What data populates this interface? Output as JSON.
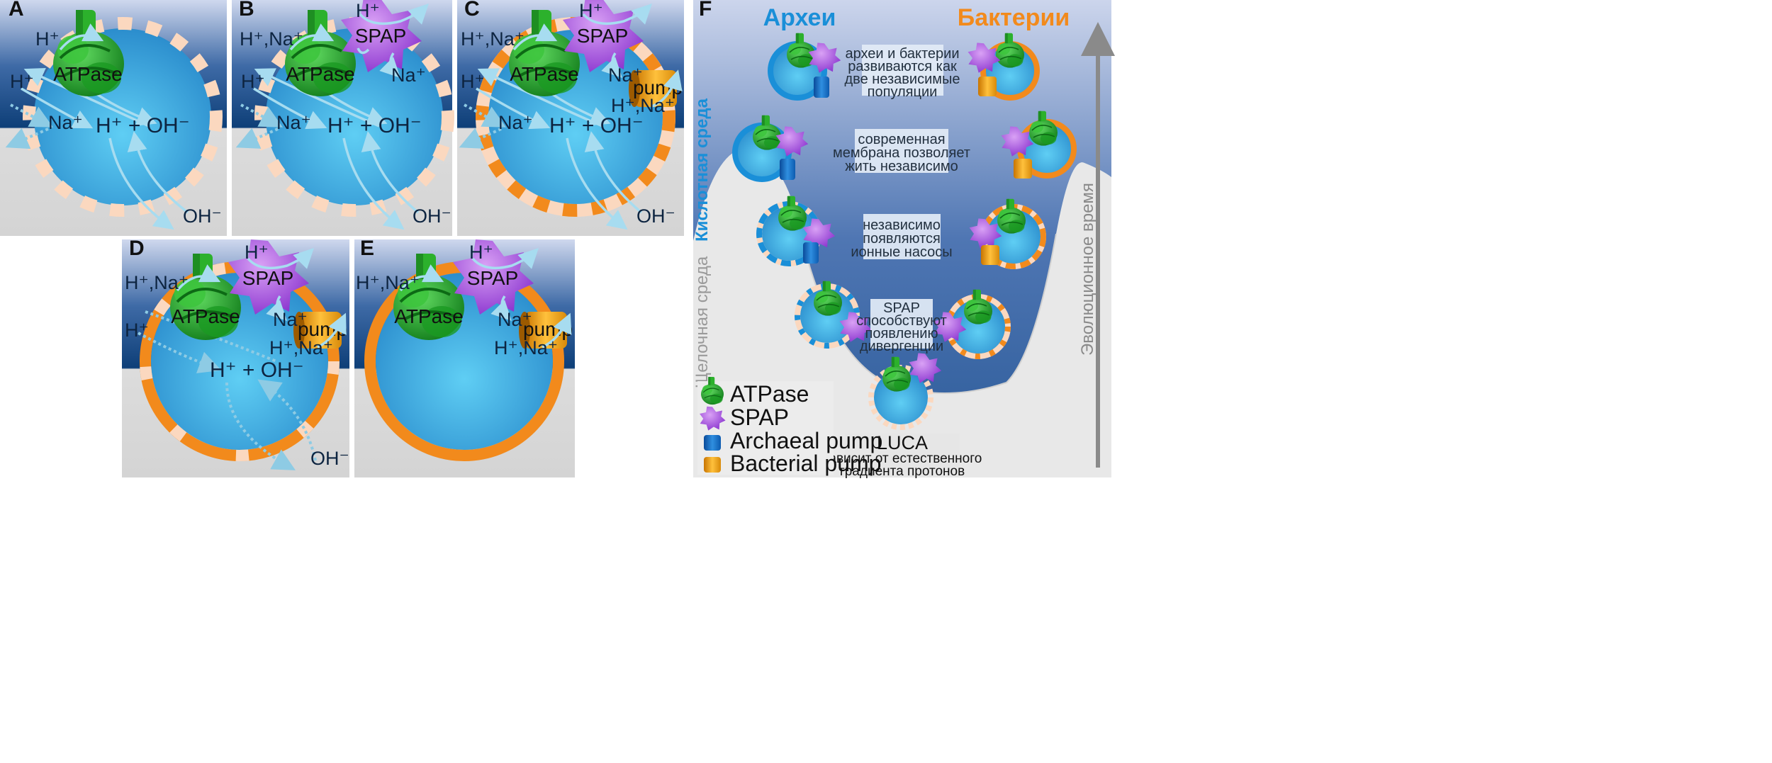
{
  "panels": {
    "A": {
      "label": "A",
      "ion_h1": "H⁺",
      "ion_h2": "H⁺",
      "ion_na": "Na⁺",
      "center": "H⁺ + OH⁻",
      "oh": "OH⁻",
      "atpase": "ATPase"
    },
    "B": {
      "label": "B",
      "ion_hna": "H⁺,Na⁺",
      "ion_h2": "H⁺",
      "ion_na": "Na⁺",
      "spap_h": "H⁺",
      "spap_na": "Na⁺",
      "center": "H⁺ + OH⁻",
      "oh": "OH⁻",
      "atpase": "ATPase",
      "spap": "SPAP"
    },
    "C": {
      "label": "C",
      "ion_hna": "H⁺,Na⁺",
      "ion_h2": "H⁺",
      "ion_na": "Na⁺",
      "spap_h": "H⁺",
      "spap_na": "Na⁺",
      "pump_out": "H⁺,Na⁺",
      "center": "H⁺ + OH⁻",
      "oh": "OH⁻",
      "atpase": "ATPase",
      "spap": "SPAP",
      "pump": "pump"
    },
    "D": {
      "label": "D",
      "ion_hna": "H⁺,Na⁺",
      "ion_h2": "H⁺",
      "spap_h": "H⁺",
      "spap_na": "Na⁺",
      "pump_out": "H⁺,Na⁺",
      "center": "H⁺ + OH⁻",
      "oh": "OH⁻",
      "atpase": "ATPase",
      "spap": "SPAP",
      "pump": "pump"
    },
    "E": {
      "label": "E",
      "ion_hna": "H⁺,Na⁺",
      "spap_h": "H⁺",
      "spap_na": "Na⁺",
      "pump_out": "H⁺,Na⁺",
      "atpase": "ATPase",
      "spap": "SPAP",
      "pump": "pump"
    }
  },
  "panel_f": {
    "label": "F",
    "archaea": "Археи",
    "bacteria": "Бактерии",
    "acid": "Кислотная среда",
    "alkaline": "Щелочная среда",
    "evolution": "Эволюционное время",
    "box1": [
      "археи и бактерии",
      "развиваются как",
      "две независимые",
      "популяции"
    ],
    "box2": [
      "современная",
      "мембрана позволяет",
      "жить независимо"
    ],
    "box3": [
      "независимо",
      "появляются",
      "ионные насосы"
    ],
    "box4": [
      "SPAP",
      "способствуют",
      "появлению",
      "дивергенции"
    ],
    "luca_title": "LUCA",
    "luca_sub": [
      "зависит от естественного",
      "градиента протонов"
    ]
  },
  "legend": {
    "atpase": "ATPase",
    "spap": "SPAP",
    "archaeal_pump": "Archaeal pump",
    "bacterial_pump": "Bacterial pump"
  },
  "colors": {
    "archaea_accent": "#1a8fd8",
    "bacteria_accent": "#f28a1c",
    "cell": "#3aa3dc",
    "atpase": "#22a82c",
    "spap": "#a24ee0",
    "pump": "#f0a020",
    "archaeal_pump": "#1466c2"
  }
}
